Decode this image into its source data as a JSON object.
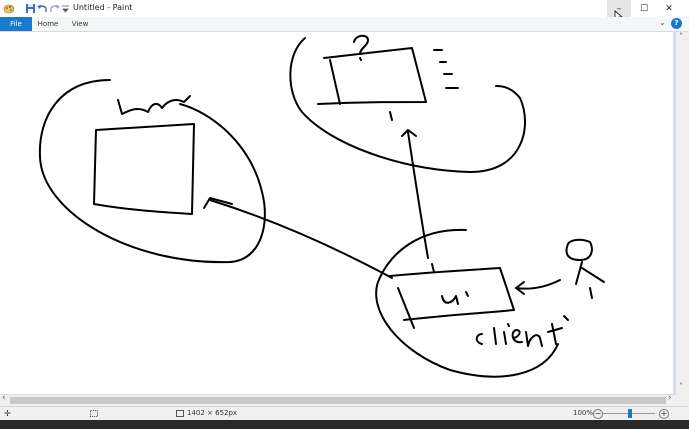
{
  "window": {
    "title": "Untitled - Paint"
  },
  "controls": {
    "minimize": "–",
    "maximize": "☐",
    "close": "✕"
  },
  "ribbon": {
    "tabs": [
      {
        "label": "File"
      },
      {
        "label": "Home"
      },
      {
        "label": "View"
      }
    ],
    "help_label": "?",
    "collapse_glyph": "⌄"
  },
  "status": {
    "move_glyph": "✛",
    "canvas_size": "1402 × 652px",
    "zoom": "100%",
    "zoom_minus": "−",
    "zoom_plus": "+"
  },
  "scroll": {
    "left_arrow": "‹",
    "right_arrow": "›",
    "up_arrow": "˄",
    "down_arrow": "˅"
  },
  "colors": {
    "accent": "#1979ca",
    "ink": "#000000"
  }
}
